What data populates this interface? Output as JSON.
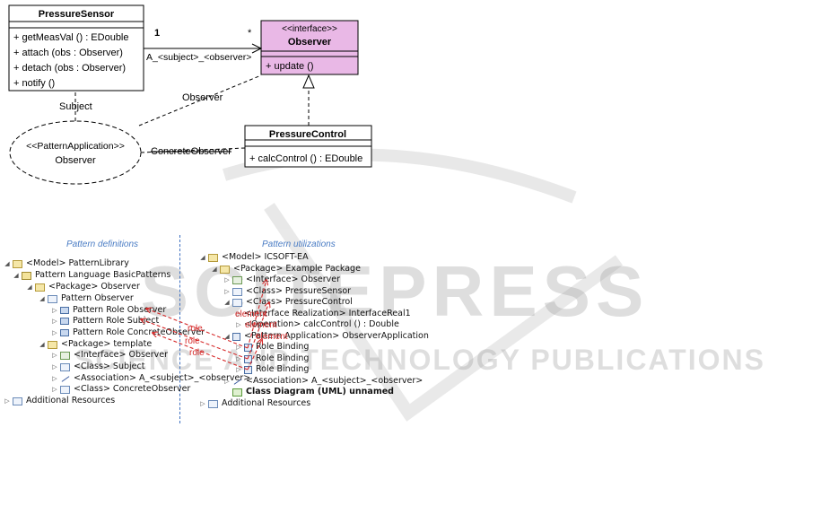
{
  "uml": {
    "pressure_sensor": {
      "name": "PressureSensor",
      "operations": [
        "+ getMeasVal () : EDouble",
        "+ attach (obs : Observer)",
        "+ detach (obs : Observer)",
        "+ notify ()"
      ]
    },
    "observer": {
      "stereotype": "<<interface>>",
      "name": "Observer",
      "operations": [
        "+ update ()"
      ]
    },
    "pressure_control": {
      "name": "PressureControl",
      "operations": [
        "+ calcControl  () : EDouble"
      ]
    },
    "pattern_application": {
      "line1": "<<PatternApplication>>",
      "line2": "Observer"
    },
    "association": {
      "label": "A_<subject>_<observer>",
      "mult_source": "1",
      "mult_target": "*"
    },
    "role_labels": {
      "subject": "Subject",
      "observer": "Observer",
      "concrete_observer": "ConcreteObserver"
    }
  },
  "definitions": {
    "header": "Pattern definitions",
    "items": [
      "<Model> PatternLibrary",
      "Pattern Language BasicPatterns",
      "<Package> Observer",
      "Pattern Observer",
      "Pattern Role Observer",
      "Pattern Role Subject",
      "Pattern Role ConcreteObserver",
      "<Package> template",
      "<Interface> Observer",
      "<Class> Subject",
      "<Association> A_<subject>_<observer>",
      "<Class> ConcreteObserver",
      "Additional Resources"
    ]
  },
  "utilizations": {
    "header": "Pattern utilizations",
    "items": [
      "<Model> ICSOFT-EA",
      "<Package> Example Package",
      "<Interface> Observer",
      "<Class> PressureSensor",
      "<Class> PressureControl",
      "<Interface Realization> InterfaceReal1",
      "<Operation> calcControl () : Double",
      "<Pattern Application> ObserverApplication",
      "Role Binding",
      "Role Binding",
      "Role Binding",
      "<Association> A_<subject>_<observer>",
      "Class Diagram (UML) unnamed",
      "Additional Resources"
    ]
  },
  "annotations": {
    "role": "role",
    "element": "element"
  },
  "watermark": {
    "line1": "SCITEPRESS",
    "line2": "SCIENCE AND TECHNOLOGY PUBLICATIONS"
  },
  "colors": {
    "interface_fill": "#e9b8e6",
    "arrow_red": "#d62a2a",
    "header_blue": "#4a7cc4",
    "divider_blue": "#3d6fc0"
  }
}
